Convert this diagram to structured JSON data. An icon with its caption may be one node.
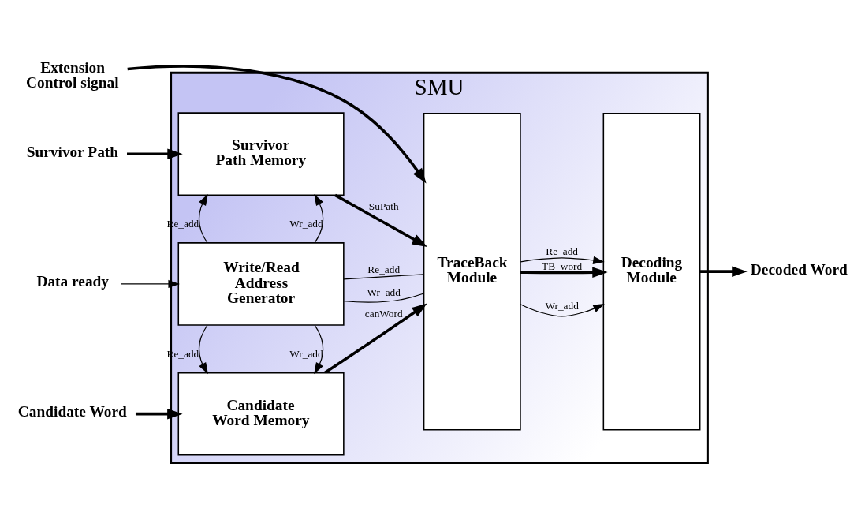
{
  "diagram": {
    "nodes": [
      {
        "text": [
          "SMU"
        ]
      },
      {
        "text": [
          "Survivor Path Memory"
        ],
        "in": 0
      },
      {
        "text": [
          "Write/Read Address Generator"
        ],
        "in": 0
      },
      {
        "text": [
          "Candidate Word Memory"
        ],
        "in": 0
      },
      {
        "text": [
          "TraceBack Module"
        ],
        "in": 0
      },
      {
        "text": [
          "Decoding Module"
        ],
        "in": 0
      },
      {
        "text": [
          "Survivor Path"
        ]
      },
      {
        "text": [
          "Data ready"
        ]
      },
      {
        "text": [
          "Candidate Word"
        ]
      },
      {
        "text": [
          "Extension Control signal"
        ]
      },
      {
        "text": [
          "Decoded Word"
        ]
      }
    ],
    "edges": [
      {
        "from": 6,
        "to": 1,
        "arrow": "to",
        "style": "thick"
      },
      {
        "from": 7,
        "to": 2,
        "arrow": "to"
      },
      {
        "from": 8,
        "to": 3,
        "arrow": "to",
        "style": "thick"
      },
      {
        "from": 9,
        "to": 4,
        "arrow": "to",
        "style": "thick"
      },
      {
        "from": 1,
        "to": 4,
        "arrow": "to",
        "label": "SuPath",
        "style": "thick"
      },
      {
        "from": 2,
        "to": 1,
        "arrow": "to",
        "label": "Wr_add"
      },
      {
        "from": 2,
        "to": 1,
        "arrow": "to",
        "label": "Re_add"
      },
      {
        "from": 2,
        "to": 3,
        "arrow": "to",
        "label": "Wr_add"
      },
      {
        "from": 2,
        "to": 3,
        "arrow": "to",
        "label": "Re_add"
      },
      {
        "from": 2,
        "to": 4,
        "arrow": "none",
        "label": "Wr_add"
      },
      {
        "from": 2,
        "to": 4,
        "arrow": "none",
        "label": "Re_add"
      },
      {
        "from": 3,
        "to": 4,
        "arrow": "to",
        "label": "canWord",
        "style": "thick"
      },
      {
        "from": 4,
        "to": 5,
        "arrow": "to",
        "label": "Wr_add"
      },
      {
        "from": 4,
        "to": 5,
        "arrow": "to",
        "label": "TB_word",
        "style": "thick"
      },
      {
        "from": 4,
        "to": 5,
        "arrow": "to",
        "label": "Re_add"
      },
      {
        "from": 5,
        "to": 10,
        "arrow": "to",
        "style": "thick"
      }
    ]
  }
}
